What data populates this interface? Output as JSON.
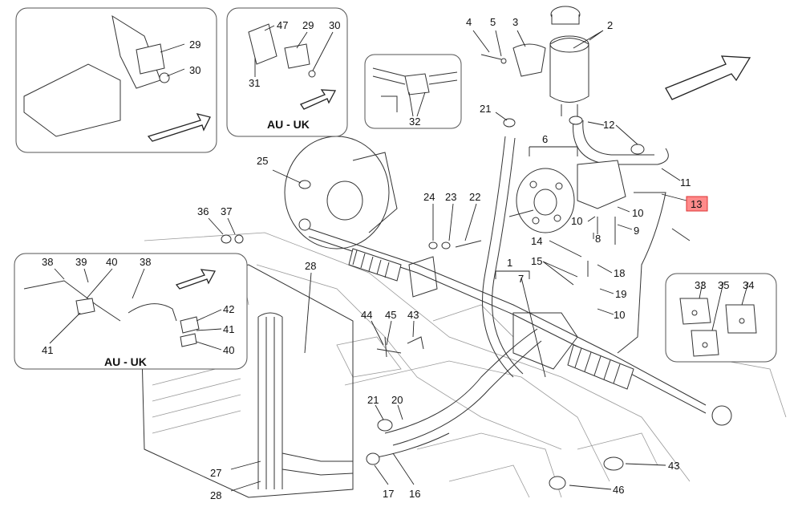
{
  "region_labels": {
    "top_box": "AU - UK",
    "left_box": "AU - UK"
  },
  "labels": {
    "p1": "1",
    "p2": "2",
    "p3": "3",
    "p4": "4",
    "p5": "5",
    "p6": "6",
    "p7": "7",
    "p8": "8",
    "p9": "9",
    "p10a": "10",
    "p10b": "10",
    "p11": "11",
    "p12": "12",
    "p13": "13",
    "p14": "14",
    "p15": "15",
    "p16": "16",
    "p17": "17",
    "p18": "18",
    "p19": "19",
    "p20": "20",
    "p21a": "21",
    "p21b": "21",
    "p22": "22",
    "p23": "23",
    "p24": "24",
    "p25": "25",
    "p27": "27",
    "p28a": "28",
    "p28b": "28",
    "p29a": "29",
    "p29b": "29",
    "p30a": "30",
    "p30b": "30",
    "p31": "31",
    "p32": "32",
    "p33": "33",
    "p34": "34",
    "p35": "35",
    "p36": "36",
    "p37": "37",
    "p38a": "38",
    "p38b": "38",
    "p39": "39",
    "p40a": "40",
    "p40b": "40",
    "p41a": "41",
    "p41b": "41",
    "p42": "42",
    "p43a": "43",
    "p43b": "43",
    "p44": "44",
    "p45": "45",
    "p46": "46",
    "p47": "47"
  },
  "highlight": {
    "label": "p13",
    "color": "#ff8a8a"
  },
  "colors": {
    "line": "#333333",
    "background": "#ffffff"
  }
}
